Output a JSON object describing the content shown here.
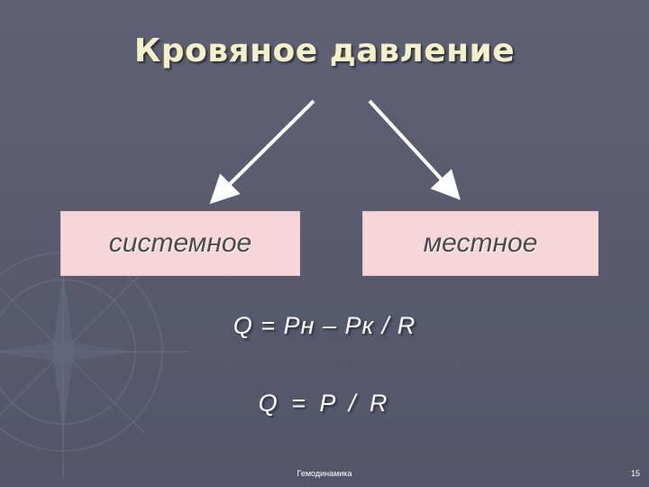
{
  "slide": {
    "title": "Кровяное давление",
    "boxes": [
      {
        "label": "системное"
      },
      {
        "label": "местное"
      }
    ],
    "formulas": [
      "Q = Pн – Pк / R",
      "Q = P / R"
    ],
    "footer": {
      "center": "Гемодинамика",
      "page_number": "15"
    }
  },
  "colors": {
    "background": "#5a5d70",
    "title": "#f4f0c8",
    "box_fill": "#f6d6d8",
    "box_text": "#4b4b4b",
    "arrow": "#ffffff"
  },
  "icons": [
    "compass-rose-watermark",
    "arrow-down-left-icon",
    "arrow-down-right-icon"
  ]
}
